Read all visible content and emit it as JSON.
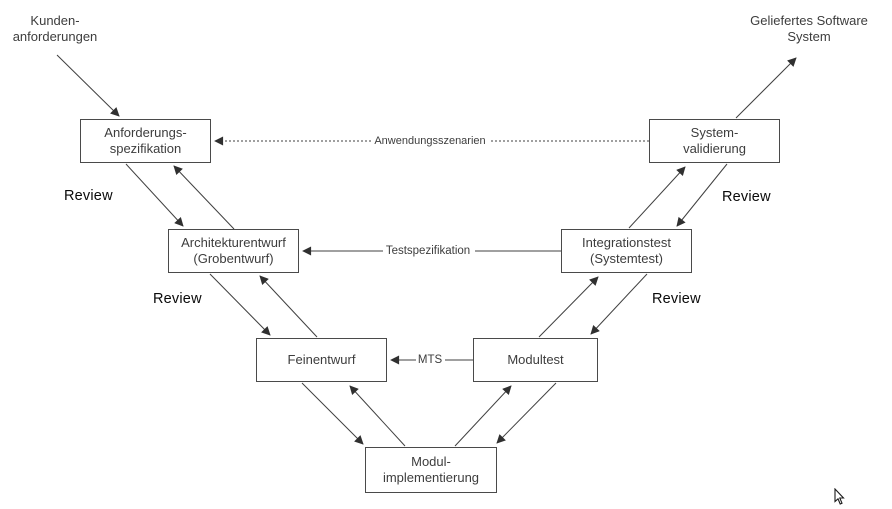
{
  "colors": {
    "line": "#404040",
    "box_border": "#4a4a4a",
    "box_text": "#3d3d3d",
    "review_text": "#0a0a0a",
    "background": "#ffffff"
  },
  "external_labels": {
    "customer_requirements": {
      "line1": "Kunden-",
      "line2": "anforderungen"
    },
    "delivered_system": {
      "line1": "Geliefertes Software",
      "line2": "System"
    }
  },
  "boxes": {
    "requirements_spec": {
      "line1": "Anforderungs-",
      "line2": "spezifikation"
    },
    "system_validation": {
      "line1": "System-",
      "line2": "validierung"
    },
    "architecture_design": {
      "line1": "Architekturentwurf",
      "line2": "(Grobentwurf)"
    },
    "integration_test": {
      "line1": "Integrationstest",
      "line2": "(Systemtest)"
    },
    "detailed_design": {
      "line1": "Feinentwurf"
    },
    "module_test": {
      "line1": "Modultest"
    },
    "module_implementation": {
      "line1": "Modul-",
      "line2": "implementierung"
    }
  },
  "connector_labels": {
    "anwendungsszenarien": "Anwendungsszenarien",
    "testspezifikation": "Testspezifikation",
    "mts": "MTS"
  },
  "review_labels": {
    "left_top": "Review",
    "left_bottom": "Review",
    "right_top": "Review",
    "right_bottom": "Review"
  }
}
